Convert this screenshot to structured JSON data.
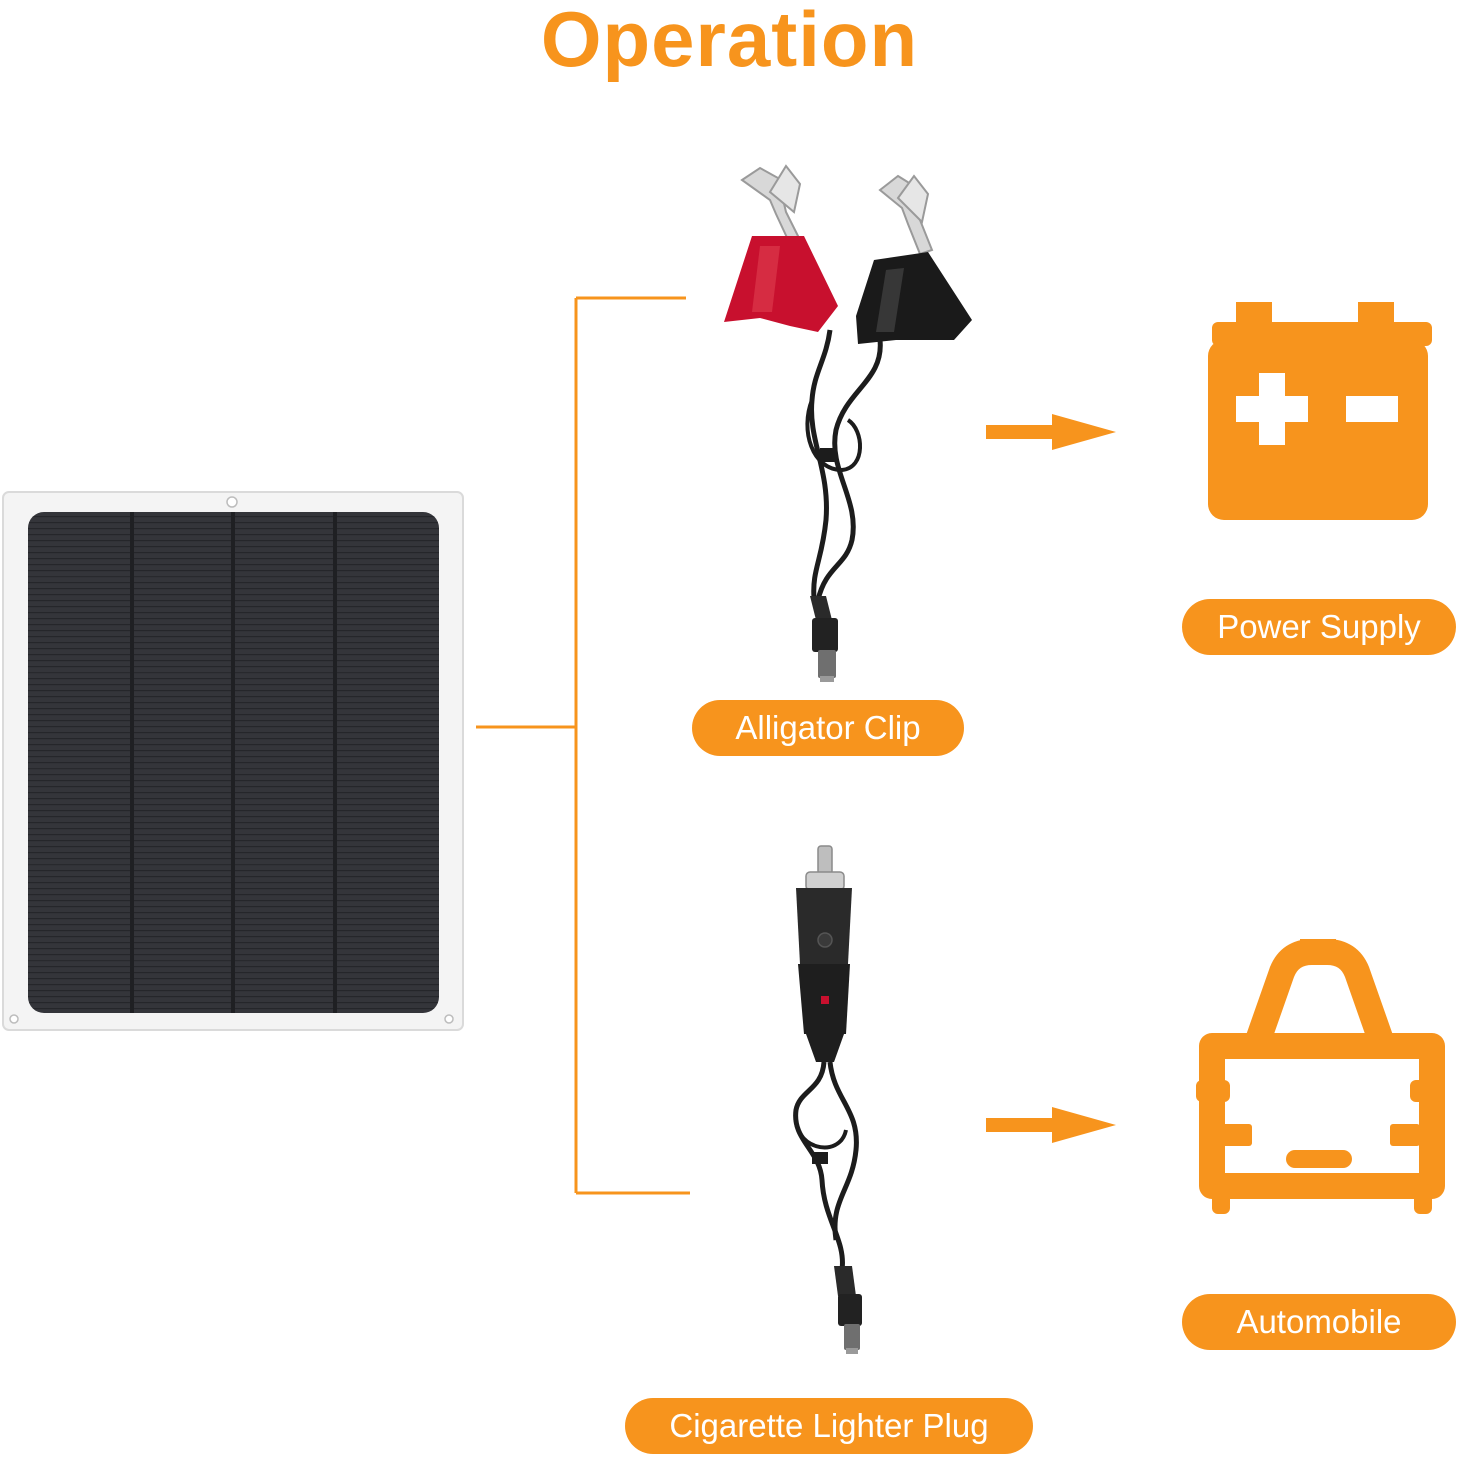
{
  "title": "Operation",
  "colors": {
    "accent": "#F7941D",
    "panel_frame": "#F4F4F4",
    "panel_cell": "#2E2F33",
    "clip_red": "#C8102E",
    "clip_black": "#1A1A1A",
    "cable": "#1C1C1C"
  },
  "labels": {
    "alligator_clip": "Alligator Clip",
    "cigarette_lighter_plug": "Cigarette Lighter Plug",
    "power_supply": "Power Supply",
    "automobile": "Automobile"
  },
  "icons": {
    "solar_panel": "solar-panel-icon",
    "alligator_clip": "alligator-clip-icon",
    "cigarette_plug": "cigarette-lighter-plug-icon",
    "battery": "battery-icon",
    "car": "car-icon",
    "arrow": "arrow-right-icon"
  }
}
